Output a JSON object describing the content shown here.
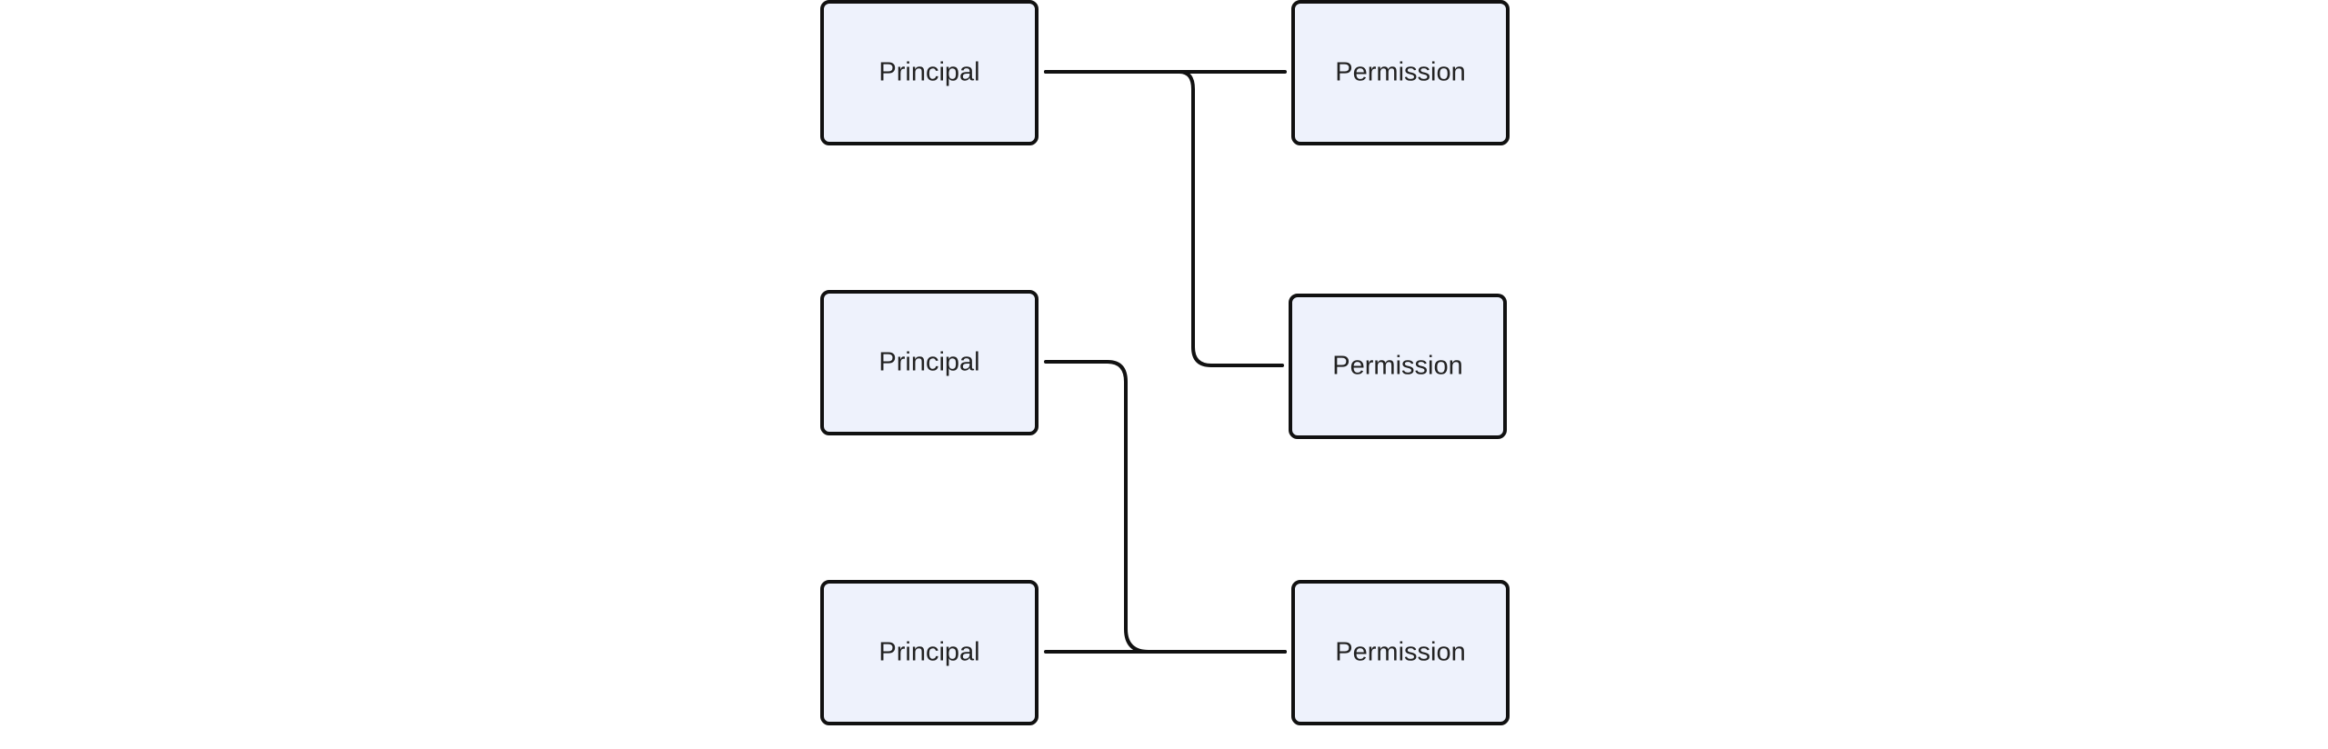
{
  "diagram": {
    "nodes": [
      {
        "id": "principal-1",
        "label": "Principal"
      },
      {
        "id": "principal-2",
        "label": "Principal"
      },
      {
        "id": "principal-3",
        "label": "Principal"
      },
      {
        "id": "permission-1",
        "label": "Permission"
      },
      {
        "id": "permission-2",
        "label": "Permission"
      },
      {
        "id": "permission-3",
        "label": "Permission"
      }
    ],
    "edges": [
      {
        "from": "principal-1",
        "to": "permission-1"
      },
      {
        "from": "principal-1",
        "to": "permission-2"
      },
      {
        "from": "principal-2",
        "to": "permission-3"
      },
      {
        "from": "principal-3",
        "to": "permission-3"
      }
    ],
    "colors": {
      "node_fill": "#eef2fc",
      "node_stroke": "#111111",
      "edge_stroke": "#111111",
      "text": "#222222"
    }
  }
}
